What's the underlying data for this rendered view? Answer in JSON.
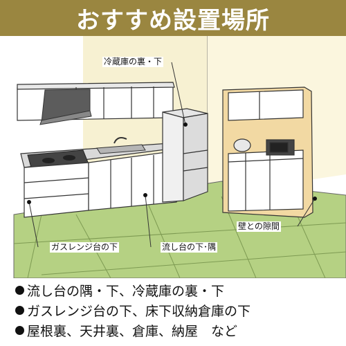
{
  "banner": {
    "title": "おすすめ設置場所"
  },
  "labels": {
    "fridge": "冷蔵庫の裏・下",
    "wall_gap": "壁との隙間",
    "gas_range": "ガスレンジ台の下",
    "sink": "流し台の下･隅"
  },
  "bullets": [
    "流し台の隅・下、冷蔵庫の裏・下",
    "ガスレンジ台の下、床下収納倉庫の下",
    "屋根裏、天井裏、倉庫、納屋　など"
  ],
  "colors": {
    "banner": "#9a8640",
    "floor": "#b5d183",
    "wall": "#f5efcc",
    "cabinet_wood": "#f2d9a3"
  }
}
